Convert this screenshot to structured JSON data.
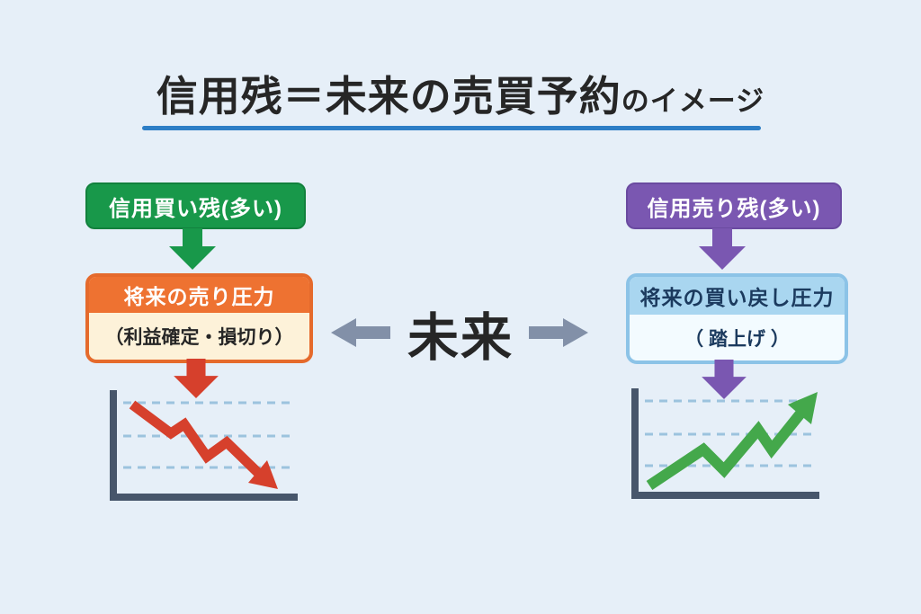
{
  "title": {
    "main": "信用残＝未来の売買予約",
    "suffix": "のイメージ"
  },
  "center_label": "未来",
  "left_flow": {
    "cause_box": "信用買い残(多い)",
    "effect_header": "将来の売り圧力",
    "effect_detail": "（利益確定・損切り）"
  },
  "right_flow": {
    "cause_box": "信用売り残(多い)",
    "effect_header": "将来の買い戻し圧力",
    "effect_detail": "（ 踏上げ ）"
  },
  "colors": {
    "background": "#e6eff8",
    "title_text": "#262626",
    "underline": "#2d7ec6",
    "green": "#18984a",
    "green_edge": "#12813d",
    "orange": "#ee7231",
    "orange_border": "#e56a2c",
    "cream": "#fdf2d9",
    "red": "#d6402c",
    "purple": "#7a57b1",
    "purple_edge": "#6a4aa0",
    "blue_header": "#a9d6f0",
    "blue_border": "#8cc3e7",
    "blue_body": "#f3fbff",
    "navy": "#1b3a5e",
    "slate": "#8290a8",
    "axis": "#47566b",
    "grid": "#9cc3de",
    "green_line": "#44a84b",
    "dark_text": "#262626"
  },
  "charts": [
    {
      "name": "price-down-chart",
      "trend": "down",
      "line_color_key": "red",
      "stroke_width": 11,
      "gridlines_y": [
        18,
        55,
        90
      ],
      "points": [
        [
          30,
          20
        ],
        [
          73,
          52
        ],
        [
          88,
          42
        ],
        [
          113,
          78
        ],
        [
          135,
          62
        ],
        [
          170,
          96
        ]
      ],
      "arrow_head": [
        [
          192,
          114
        ],
        [
          159,
          107
        ],
        [
          180,
          82
        ]
      ]
    },
    {
      "name": "price-up-chart",
      "trend": "up",
      "line_color_key": "green_line",
      "stroke_width": 12,
      "gridlines_y": [
        18,
        55,
        90
      ],
      "points": [
        [
          25,
          112
        ],
        [
          85,
          72
        ],
        [
          108,
          95
        ],
        [
          146,
          50
        ],
        [
          161,
          72
        ],
        [
          193,
          32
        ]
      ],
      "arrow_head": [
        [
          212,
          8
        ],
        [
          205,
          44
        ],
        [
          179,
          22
        ]
      ]
    }
  ]
}
